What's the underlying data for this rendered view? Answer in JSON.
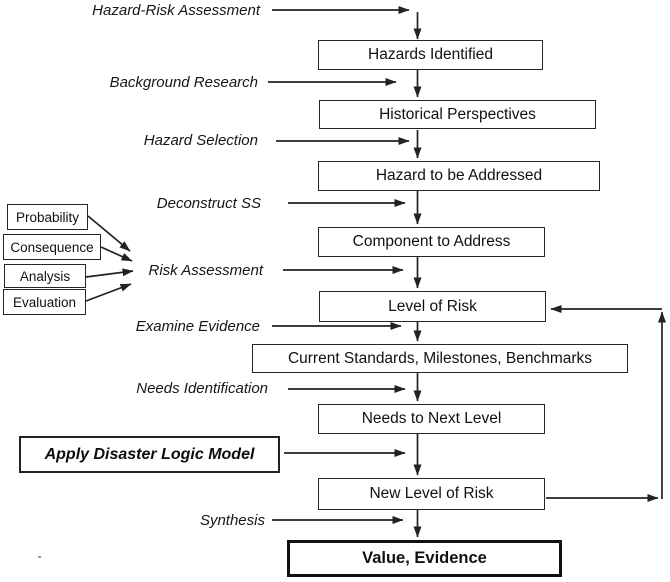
{
  "diagram": {
    "flow_boxes": [
      {
        "label": "Hazards Identified"
      },
      {
        "label": "Historical Perspectives"
      },
      {
        "label": "Hazard to be Addressed"
      },
      {
        "label": "Component to Address"
      },
      {
        "label": "Level of Risk"
      },
      {
        "label": "Current Standards, Milestones, Benchmarks"
      },
      {
        "label": "Needs to Next Level"
      },
      {
        "label": "New Level of Risk"
      },
      {
        "label": "Value, Evidence"
      }
    ],
    "side_labels": [
      {
        "label": "Hazard-Risk Assessment"
      },
      {
        "label": "Background Research"
      },
      {
        "label": "Hazard Selection"
      },
      {
        "label": "Deconstruct SS"
      },
      {
        "label": "Risk Assessment"
      },
      {
        "label": "Examine Evidence"
      },
      {
        "label": "Needs Identification"
      },
      {
        "label": "Synthesis"
      }
    ],
    "input_boxes": [
      {
        "label": "Probability"
      },
      {
        "label": "Consequence"
      },
      {
        "label": "Analysis"
      },
      {
        "label": "Evaluation"
      }
    ],
    "logic_model_label": "Apply Disaster Logic Model",
    "colors": {
      "ink": "#222222",
      "background": "#ffffff"
    }
  }
}
